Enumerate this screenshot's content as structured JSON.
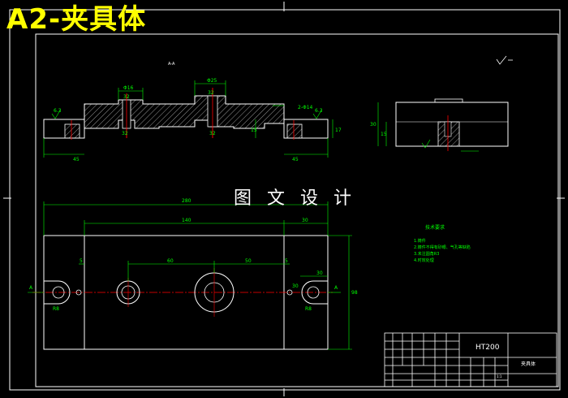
{
  "header": {
    "title": "A2-夹具体",
    "watermark": "图 文 设 计"
  },
  "section_views": {
    "section_label": "A-A"
  },
  "dimensions": {
    "d_16": "Φ16",
    "d_25": "Φ25",
    "h_32a": "32",
    "h_32b": "32",
    "h_32c": "32",
    "h_32d": "32",
    "rough_left": "6.3",
    "rough_right": "6.3",
    "w_45_left": "45",
    "w_45_right": "45",
    "h_15": "15",
    "h_17": "17",
    "side_30": "30",
    "side_15": "15",
    "dim_2a4": "2-Φ14",
    "overall_280": "280",
    "w_140": "140",
    "w_30_top": "30",
    "w_60": "60",
    "w_50": "50",
    "w_5_left": "5",
    "w_5_right": "5",
    "w_30_right": "30",
    "h_98": "98",
    "h_30_right": "30",
    "r_left": "R8",
    "r_right": "R8",
    "label_a_left": "A",
    "label_a_right": "A"
  },
  "notes": {
    "heading": "技术要求",
    "items": [
      "1.铸件",
      "2.铸件不得有砂眼、气孔等缺陷",
      "3.未注圆角R3",
      "4.时效处理"
    ]
  },
  "title_block": {
    "material": "HT200",
    "part_name": "夹具体",
    "scale": "1:1"
  }
}
